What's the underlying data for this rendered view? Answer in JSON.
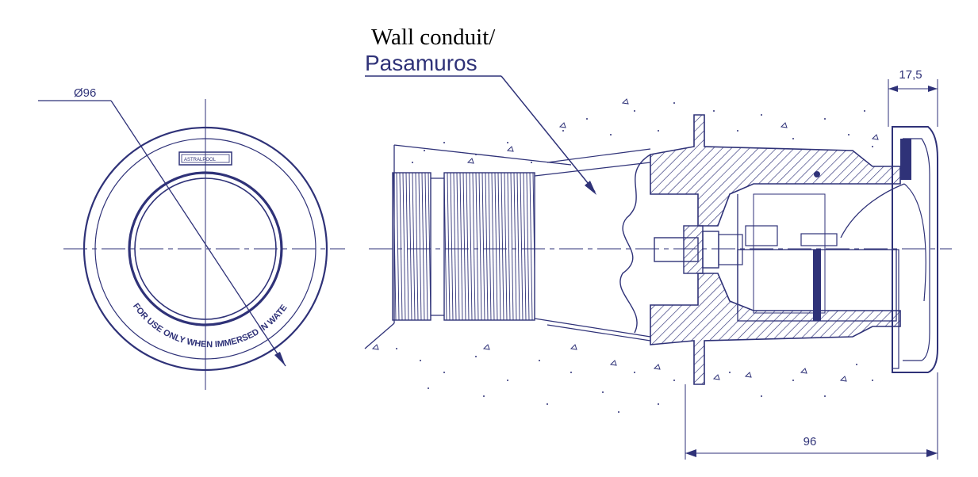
{
  "callout": {
    "line1": "Wall conduit/",
    "line2": "Pasamuros"
  },
  "front_view": {
    "diameter_label": "Ø96",
    "ring_text": "FOR USE ONLY WHEN IMMERSED IN WATER",
    "badge_text": "ASTRALPOOL"
  },
  "section_view": {
    "flange_dim": "17,5",
    "depth_dim": "96"
  },
  "colors": {
    "ink": "#2f3278",
    "callout_text": "#000000"
  }
}
